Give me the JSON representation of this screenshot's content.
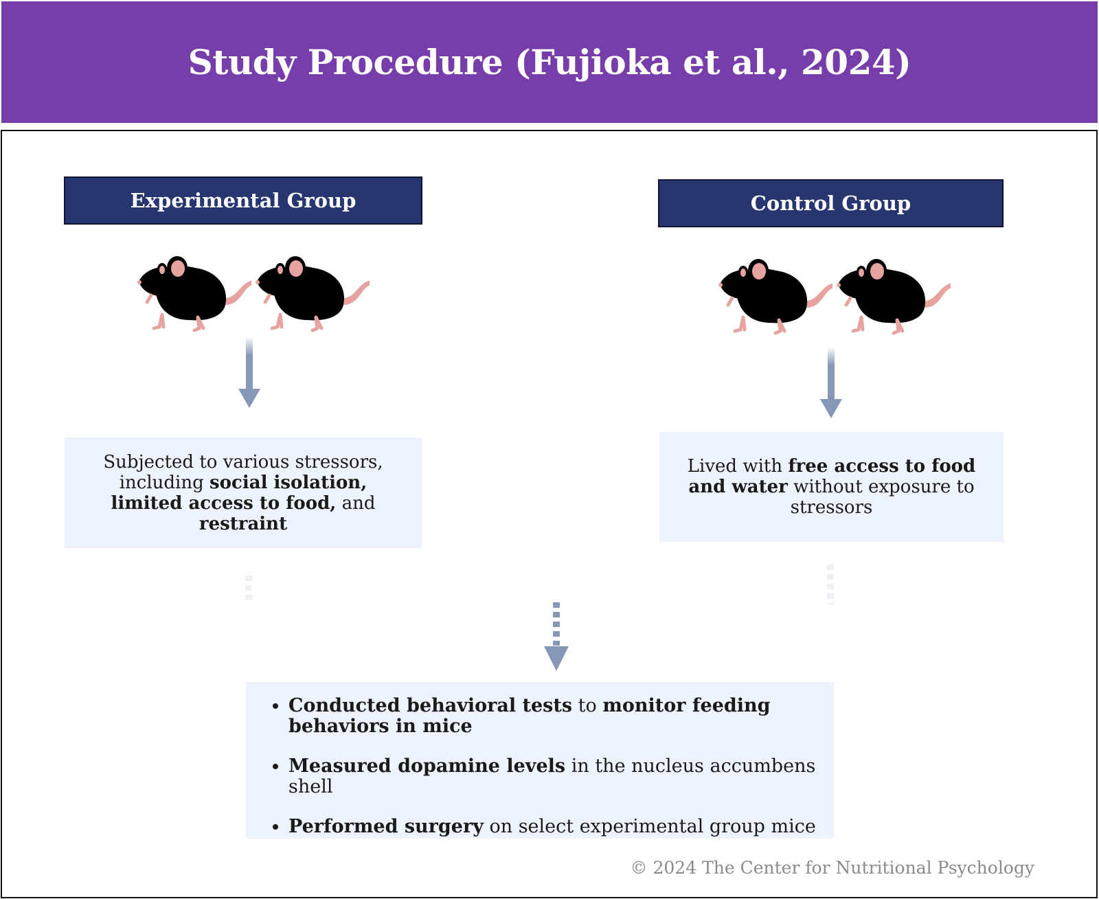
{
  "title": "Study Procedure (Fujioka et al., 2024)",
  "groups": {
    "experimental": {
      "title": "Experimental Group",
      "desc_1": "Subjected to various stressors, including ",
      "desc_2": "social isolation, limited access to food,",
      "desc_3": " and ",
      "desc_4": "restraint"
    },
    "control": {
      "title": "Control Group",
      "desc_1": "Lived with ",
      "desc_2": "free access to food and water",
      "desc_3": " without exposure to stressors"
    }
  },
  "outcomes": [
    {
      "bold": "Conducted behavioral tests",
      "mid": " to ",
      "bold2": "monitor feeding behaviors in mice"
    },
    {
      "bold": "Measured dopamine levels",
      "mid": " in the nucleus accumbens shell"
    },
    {
      "bold": "Performed surgery",
      "mid": " on select experimental group mice"
    }
  ],
  "copyright": "© 2024 The Center for Nutritional Psychology",
  "colors": {
    "header": "#773dab",
    "group_title": "#283670",
    "text_box": "#ecf3fc",
    "arrow": "#8797b8",
    "white_mouse": "#eeebe8",
    "gray_mouse": "#9e9c9a"
  },
  "icons": {
    "experimental_mice": "white-mouse-icon",
    "control_mice": "gray-mouse-icon"
  }
}
